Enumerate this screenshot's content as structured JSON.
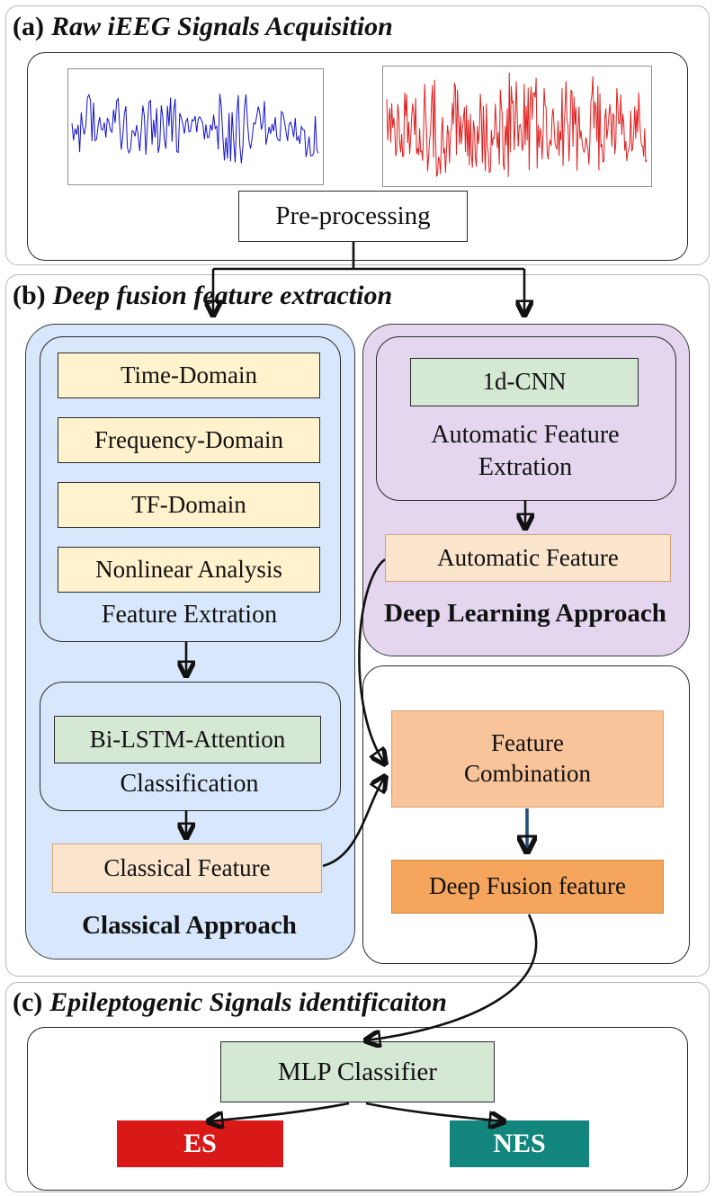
{
  "panel_a": {
    "title_prefix": "(a)",
    "title": "Raw iEEG Signals Acquisition",
    "preprocessing_label": "Pre-processing"
  },
  "panel_b": {
    "title_prefix": "(b)",
    "title": "Deep fusion feature extraction",
    "classical": {
      "feature_boxes": [
        "Time-Domain",
        "Frequency-Domain",
        "TF-Domain",
        "Nonlinear Analysis"
      ],
      "feature_extraction_label": "Feature Extration",
      "classifier_box": "Bi-LSTM-Attention",
      "classification_label": "Classification",
      "output_box": "Classical Feature",
      "approach_label": "Classical Approach"
    },
    "deep": {
      "cnn_box": "1d-CNN",
      "auto_feature_label": "Automatic Feature Extration",
      "output_box": "Automatic Feature",
      "approach_label": "Deep Learning Approach"
    },
    "fusion": {
      "combination_box": "Feature Combination",
      "fusion_box": "Deep Fusion feature"
    }
  },
  "panel_c": {
    "title_prefix": "(c)",
    "title": "Epileptogenic Signals identificaiton",
    "classifier_box": "MLP Classifier",
    "es_label": "ES",
    "nes_label": "NES"
  },
  "colors": {
    "yellow_box": "#FFF2CC",
    "green_box": "#D5E8D4",
    "peach_box": "#FCE5CD",
    "orange_box": "#F9C499",
    "dark_orange_box": "#F5A55C",
    "blue_container": "#D8E7FB",
    "purple_container": "#E4D6EE",
    "es_red": "#D91818",
    "nes_teal": "#12857C",
    "signal_blue": "#1414CC",
    "signal_red": "#E02020",
    "fusion_arrow_blue": "#1F4E79"
  }
}
